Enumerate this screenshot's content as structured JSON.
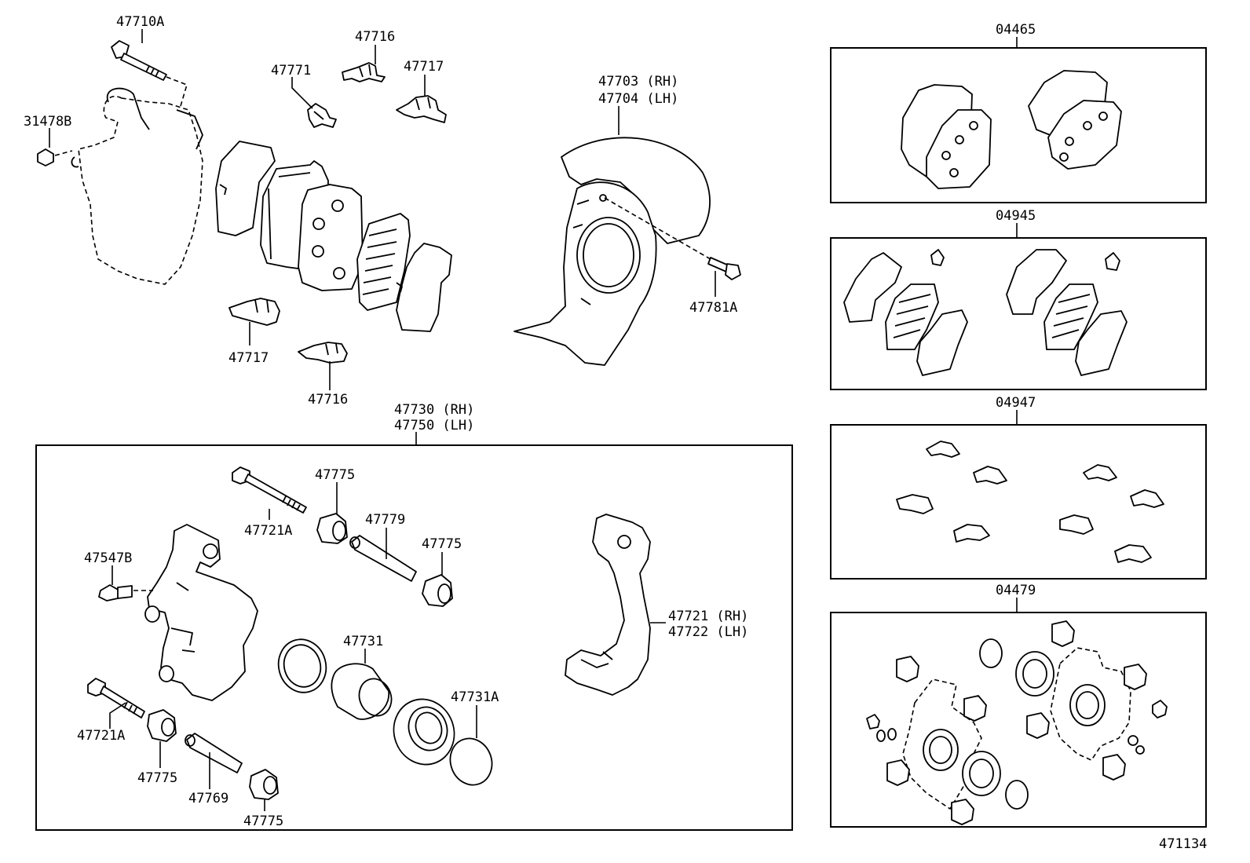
{
  "labels": {
    "p47710A": "47710A",
    "p31478B": "31478B",
    "p47771": "47771",
    "p47716_top": "47716",
    "p47717_top": "47717",
    "p47717_bot": "47717",
    "p47716_bot": "47716",
    "p47703": "47703 (RH)",
    "p47704": "47704 (LH)",
    "p47781A": "47781A",
    "p47730": "47730 (RH)",
    "p47750": "47750 (LH)",
    "p47721A_top": "47721A",
    "p47775_a": "47775",
    "p47779": "47779",
    "p47775_b": "47775",
    "p47547B": "47547B",
    "p47731": "47731",
    "p47721": "47721 (RH)",
    "p47722": "47722 (LH)",
    "p47731A": "47731A",
    "p47721A_bot": "47721A",
    "p47775_c": "47775",
    "p47769": "47769",
    "p47775_d": "47775",
    "k04465": "04465",
    "k04945": "04945",
    "k04947": "04947",
    "k04479": "04479",
    "figure_no": "471134"
  }
}
